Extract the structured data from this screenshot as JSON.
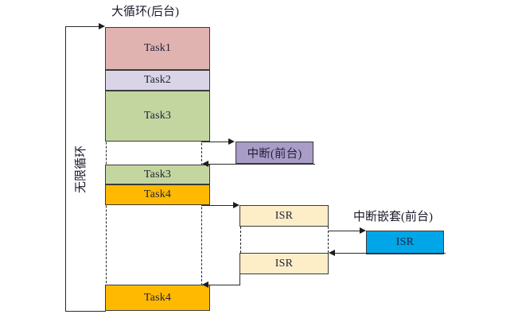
{
  "diagram": {
    "titles": {
      "background_loop": "大循环(后台)",
      "interrupt": "中断(前台)",
      "nested_interrupt": "中断嵌套(前台)"
    },
    "vertical_label": "无限循环",
    "bottom_caption": "",
    "colors": {
      "task1": "#e0b3b1",
      "task2": "#d9d5e6",
      "task3": "#c4d6a0",
      "task4": "#ffb900",
      "interrupt": "#a99cc6",
      "isr": "#fdeec8",
      "nested_isr": "#00a6e8",
      "stroke": "#2b2b2b",
      "background": "#ffffff"
    },
    "tasks": [
      {
        "label": "Task1",
        "color_key": "task1"
      },
      {
        "label": "Task2",
        "color_key": "task2"
      },
      {
        "label": "Task3",
        "color_key": "task3"
      },
      {
        "label": "Task3",
        "color_key": "task3"
      },
      {
        "label": "Task4",
        "color_key": "task4"
      },
      {
        "label": "Task4",
        "color_key": "task4"
      }
    ],
    "interrupt_box": {
      "label": "中断(前台)"
    },
    "isr_boxes": [
      {
        "label": "ISR"
      },
      {
        "label": "ISR"
      }
    ],
    "nested_isr_box": {
      "label": "ISR"
    }
  }
}
